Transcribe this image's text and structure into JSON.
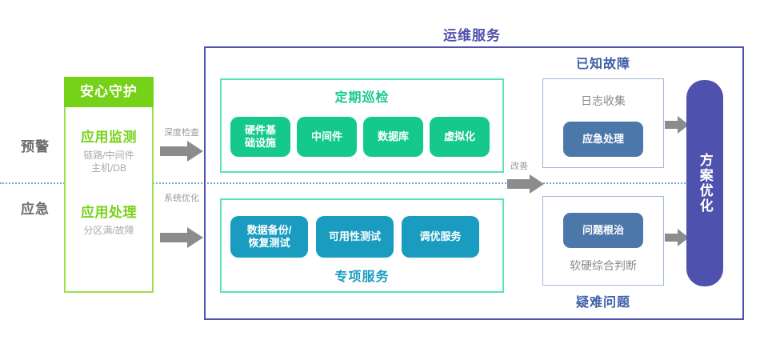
{
  "colors": {
    "brand_green": "#76D219",
    "panel_green_border": "#9BE04B",
    "teal": "#15C98C",
    "teal_border": "#5FE0BA",
    "cyan_blue": "#199CC0",
    "steel_blue": "#4B77AB",
    "purple": "#4F51AE",
    "right_title_blue": "#3E5EA8",
    "grey_arrow": "#8C8C8C",
    "grey_text": "#9A9A9A",
    "dotted_divider": "#7BA7D7"
  },
  "stages": [
    {
      "label": "预警"
    },
    {
      "label": "应急"
    }
  ],
  "left_panel": {
    "header": "安心守护",
    "blocks": [
      {
        "title": "应用监测",
        "sub_line1": "链路/中间件",
        "sub_line2": "主机/DB"
      },
      {
        "title": "应用处理",
        "sub_line1": "分区满/故障",
        "sub_line2": ""
      }
    ]
  },
  "arrows": [
    {
      "name": "deep-check",
      "label": "深度检查"
    },
    {
      "name": "system-optimize",
      "label": "系统优化"
    },
    {
      "name": "improve",
      "label": "改善"
    },
    {
      "name": "to-optimize-top",
      "label": ""
    },
    {
      "name": "to-optimize-bottom",
      "label": ""
    }
  ],
  "ops": {
    "title": "运维服务",
    "inspection": {
      "title": "定期巡检",
      "items": [
        {
          "line1": "硬件基",
          "line2": "础设施"
        },
        {
          "line1": "中间件",
          "line2": ""
        },
        {
          "line1": "数据库",
          "line2": ""
        },
        {
          "line1": "虚拟化",
          "line2": ""
        }
      ]
    },
    "special": {
      "title": "专项服务",
      "items": [
        {
          "line1": "数据备份/",
          "line2": "恢复测试"
        },
        {
          "line1": "可用性测试",
          "line2": ""
        },
        {
          "line1": "调优服务",
          "line2": ""
        }
      ]
    }
  },
  "right": {
    "known_fault": {
      "title": "已知故障",
      "caption": "日志收集",
      "action": "应急处理"
    },
    "hard_problem": {
      "title": "疑难问题",
      "caption": "软硬综合判断",
      "action": "问题根治"
    }
  },
  "optimize_bar": {
    "label": "方案优化"
  }
}
